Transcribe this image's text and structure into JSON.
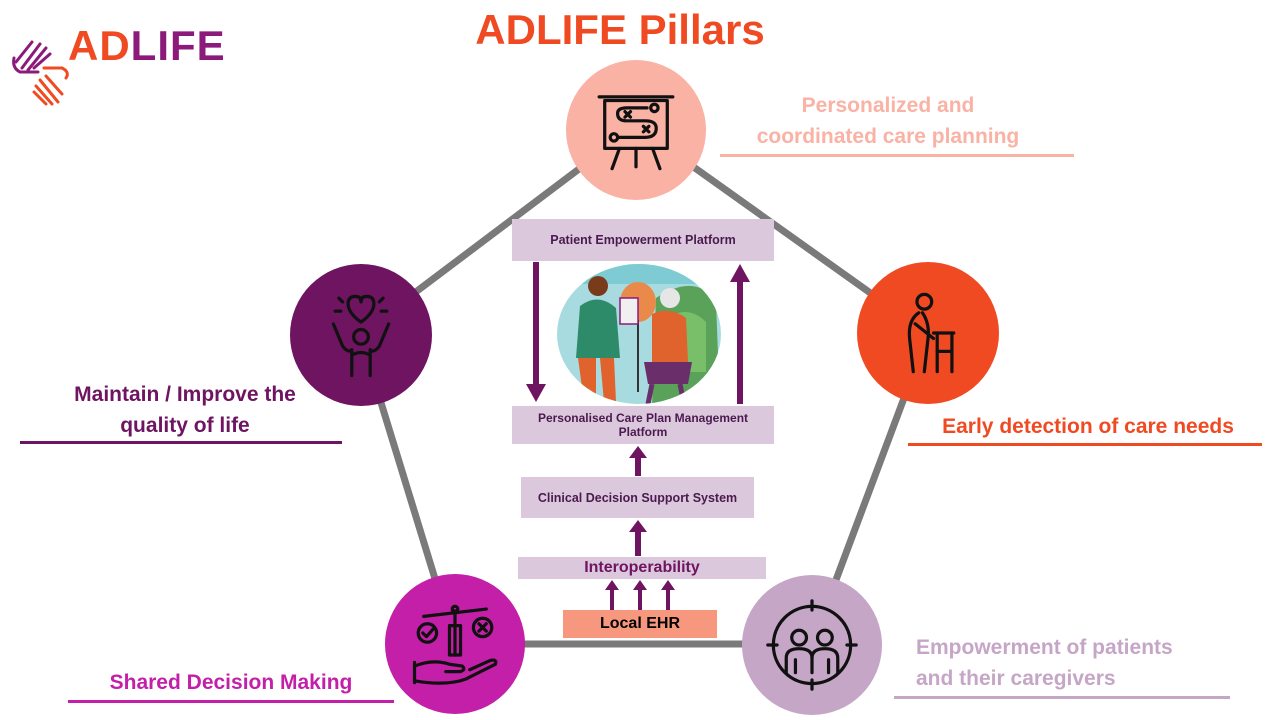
{
  "title": "ADLIFE Pillars",
  "logo": {
    "part1": "AD",
    "part2": "LIFE"
  },
  "colors": {
    "orange": "#f04a23",
    "purple": "#6e1460",
    "magenta": "#c41fa8",
    "peach": "#f9b2a4",
    "lilac": "#c6a6c6",
    "gray": "#7a7a7a"
  },
  "pillars": {
    "top": {
      "label_line1": "Personalized and",
      "label_line2": "coordinated care planning",
      "icon": "care-plan-board-icon"
    },
    "right": {
      "label": "Early detection of care needs",
      "icon": "elderly-walker-icon"
    },
    "bottom_right": {
      "label_line1": "Empowerment of patients",
      "label_line2": "and their caregivers",
      "icon": "patient-caregiver-icon"
    },
    "bottom_left": {
      "label": "Shared Decision Making",
      "icon": "balance-scale-hand-icon"
    },
    "left": {
      "label_line1": "Maintain / Improve the",
      "label_line2": "quality of life",
      "icon": "heart-person-icon"
    }
  },
  "platform": {
    "patient_empowerment": "Patient Empowerment Platform",
    "care_plan_management": "Personalised Care Plan Management Platform",
    "cdss": "Clinical Decision Support System",
    "interoperability": "Interoperability",
    "local_ehr": "Local EHR"
  }
}
